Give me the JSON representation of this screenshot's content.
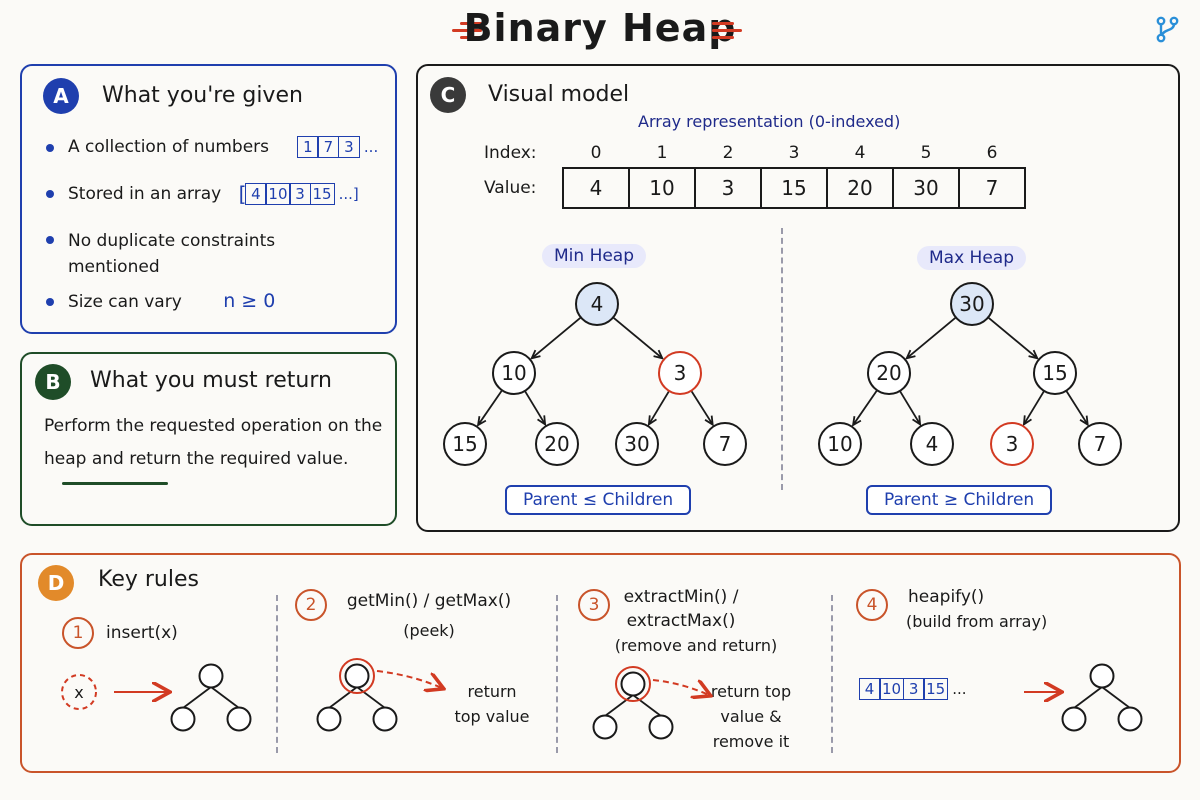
{
  "title": "Binary Heap",
  "colors": {
    "blue": "#1f3fae",
    "green": "#1f4d28",
    "orange": "#c9542a",
    "red": "#d23a22"
  },
  "panel_a": {
    "badge": "A",
    "title": "What you're given",
    "items": [
      {
        "text": "A collection of numbers",
        "values": [
          "1",
          "7",
          "3"
        ],
        "more": "..."
      },
      {
        "text": "Stored in an array",
        "values": [
          "4",
          "10",
          "3",
          "15"
        ],
        "more": "...]",
        "open": "["
      },
      {
        "text": "No duplicate constraints mentioned"
      },
      {
        "text": "Size can vary",
        "note": "n ≥ 0"
      }
    ]
  },
  "panel_b": {
    "badge": "B",
    "title": "What you must return",
    "text": "Perform the requested operation on the heap and return the required value."
  },
  "panel_c": {
    "badge": "C",
    "title": "Visual model",
    "array_caption": "Array representation (0-indexed)",
    "index_label": "Index:",
    "value_label": "Value:",
    "indices": [
      "0",
      "1",
      "2",
      "3",
      "4",
      "5",
      "6"
    ],
    "values": [
      "4",
      "10",
      "3",
      "15",
      "20",
      "30",
      "7"
    ],
    "min_heap": {
      "label": "Min Heap",
      "nodes": [
        "4",
        "10",
        "3",
        "15",
        "20",
        "30",
        "7"
      ],
      "rule": "Parent ≤ Children"
    },
    "max_heap": {
      "label": "Max Heap",
      "nodes": [
        "30",
        "20",
        "15",
        "10",
        "4",
        "3",
        "7"
      ],
      "rule": "Parent ≥ Children"
    }
  },
  "panel_d": {
    "badge": "D",
    "title": "Key rules",
    "rules": [
      {
        "num": "1",
        "name": "insert(x)",
        "x_label": "x"
      },
      {
        "num": "2",
        "name": "getMin() / getMax()",
        "sub": "(peek)",
        "result": "return top value"
      },
      {
        "num": "3",
        "name": "extractMin() / extractMax()",
        "sub": "(remove and return)",
        "result": "return top value & remove it"
      },
      {
        "num": "4",
        "name": "heapify()",
        "sub": "(build from array)",
        "values": [
          "4",
          "10",
          "3",
          "15"
        ],
        "more": "..."
      }
    ]
  }
}
